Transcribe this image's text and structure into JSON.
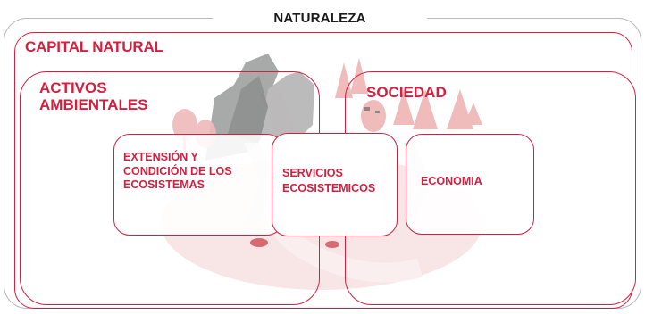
{
  "title": "NATURALEZA",
  "boxes": {
    "capital_natural": "CAPITAL NATURAL",
    "activos_ambientales": "ACTIVOS AMBIENTALES",
    "sociedad": "SOCIEDAD",
    "extension": "EXTENSIÓN Y CONDICIÓN DE LOS ECOSISTEMAS",
    "servicios": "SERVICIOS ECOSISTEMICOS",
    "economia": "ECONOMIA"
  },
  "colors": {
    "accent": "#d51f3f",
    "frame": "#b8b8b8",
    "illustration_pink": "#f1c9c9",
    "illustration_gray": "#8f9090"
  },
  "icons": [
    "mountain-illustration",
    "tree-icon",
    "chevron-right-icon"
  ]
}
